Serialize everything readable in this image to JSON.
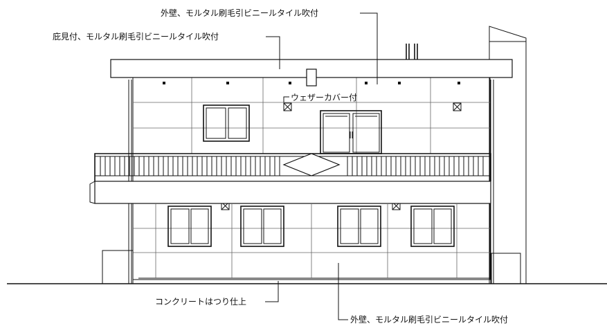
{
  "annotations": {
    "wall_top": "外壁、モルタル刷毛引ビニールタイル吹付",
    "eaves": "庇見付、モルタル刷毛引ビニールタイル吹付",
    "weather_cover": "ウェザーカバー付",
    "foundation": "コンクリートはつり仕上",
    "wall_bottom": "外壁、モルタル刷毛引ビニールタイル吹付"
  }
}
